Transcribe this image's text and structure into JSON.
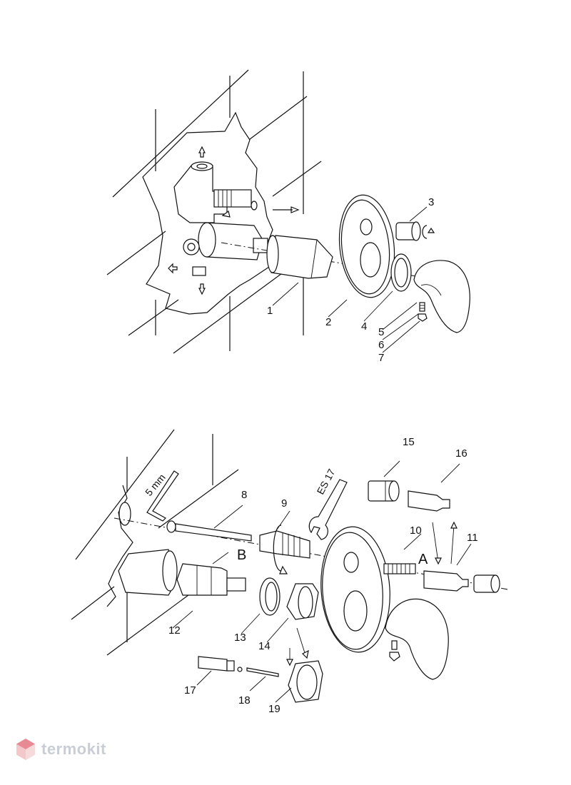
{
  "top_diagram": {
    "callouts": [
      "1",
      "2",
      "3",
      "4",
      "5",
      "6",
      "7"
    ]
  },
  "bottom_diagram": {
    "callouts": [
      "8",
      "9",
      "10",
      "11",
      "12",
      "13",
      "14",
      "15",
      "16",
      "17",
      "18",
      "19"
    ],
    "letter_a": "A",
    "letter_b": "B",
    "tool_label_key": "5 mm",
    "tool_label_spanner": "ES 17"
  },
  "watermark": {
    "text": "termokit",
    "icon": "hexagon-logo-icon",
    "color": "#c9ced6"
  }
}
